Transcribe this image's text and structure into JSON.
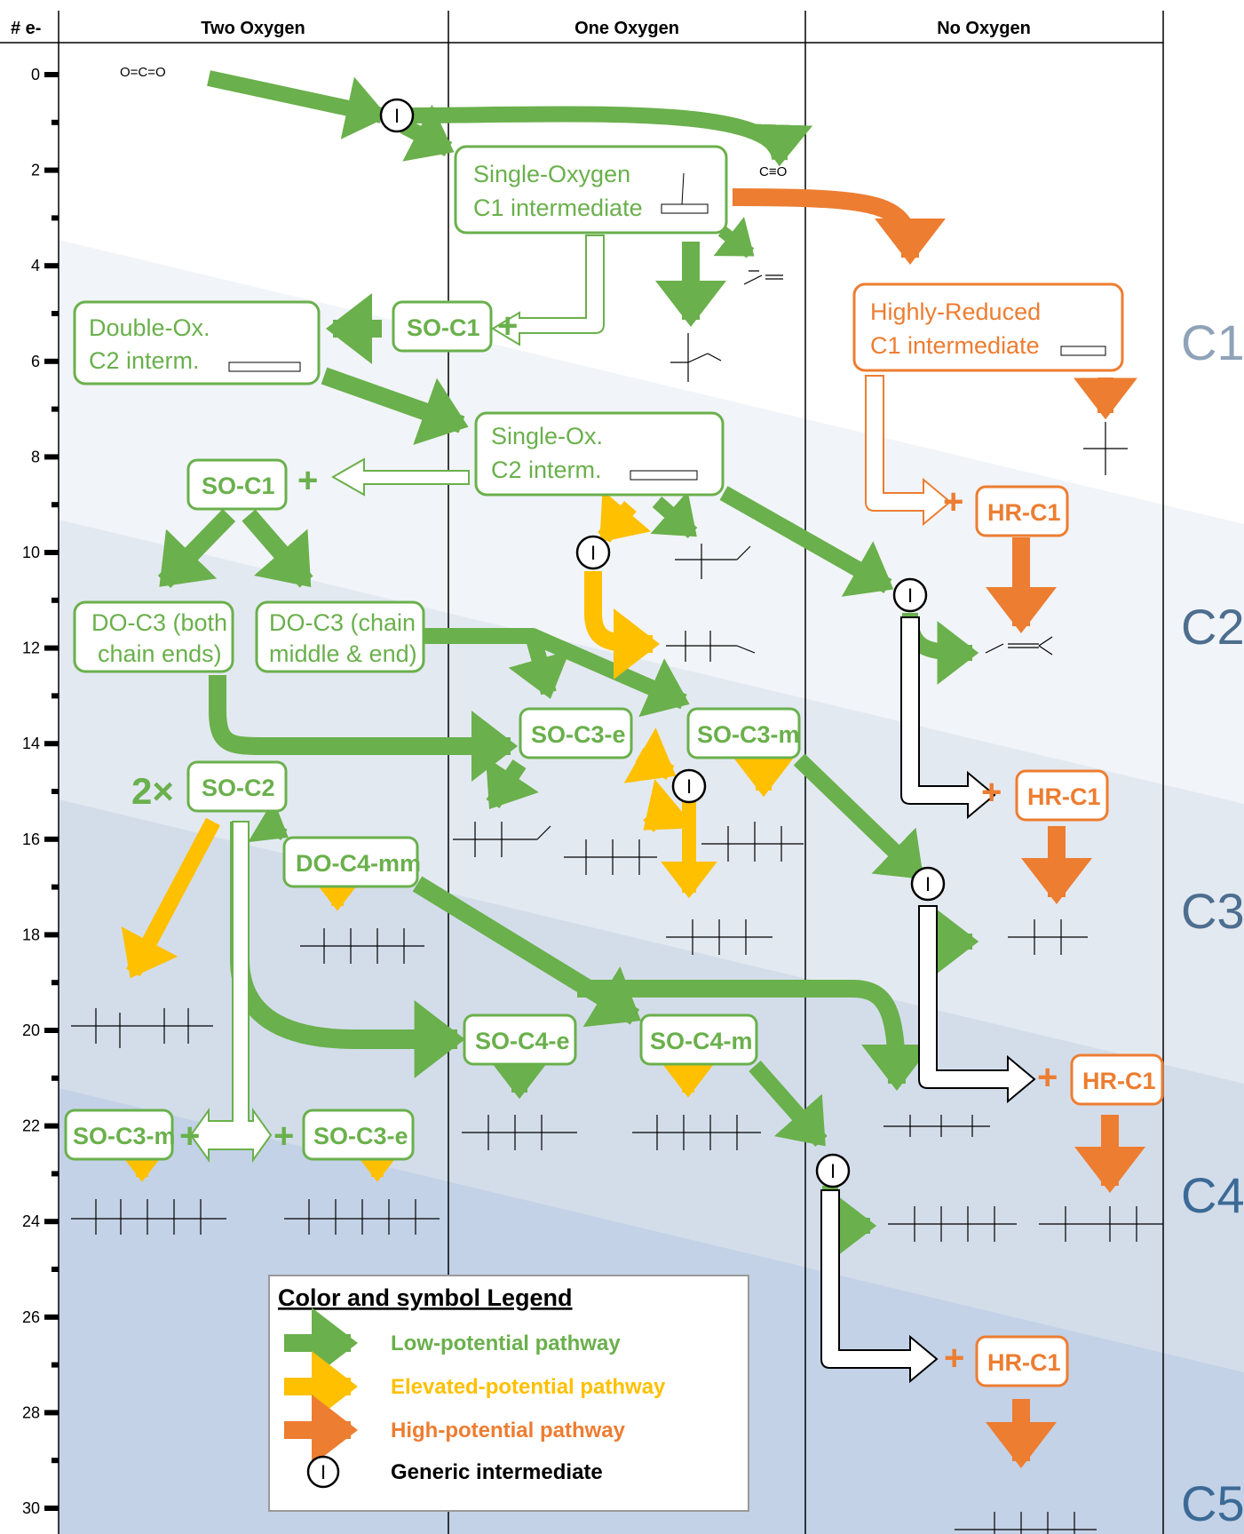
{
  "columns": {
    "electrons": "# e-",
    "two_oxygen": "Two Oxygen",
    "one_oxygen": "One Oxygen",
    "no_oxygen": "No Oxygen"
  },
  "axis_ticks": [
    "0",
    "2",
    "4",
    "6",
    "8",
    "10",
    "12",
    "14",
    "16",
    "18",
    "20",
    "22",
    "24",
    "26",
    "28",
    "30"
  ],
  "bands": [
    "C1",
    "C2",
    "C3",
    "C4",
    "C5"
  ],
  "nodes": {
    "so_c1_main_a": "Single-Oxygen",
    "so_c1_main_b": "C1 intermediate",
    "hr_c1_main_a": "Highly-Reduced",
    "hr_c1_main_b": "C1 intermediate",
    "do_c2_a": "Double-Ox.",
    "do_c2_b": "C2 interm.",
    "so_c2_a": "Single-Ox.",
    "so_c2_b": "C2 interm.",
    "so_c1_small": "SO-C1",
    "hr_c1_small": "HR-C1",
    "do_c3_ends_a": "DO-C3 (both",
    "do_c3_ends_b": "chain ends)",
    "do_c3_mid_a": "DO-C3 (chain",
    "do_c3_mid_b": "middle & end)",
    "so_c3_e": "SO-C3-e",
    "so_c3_m": "SO-C3-m",
    "so_c2_small": "SO-C2",
    "two_x": "2×",
    "do_c4_mm": "DO-C4-mm",
    "so_c4_e": "SO-C4-e",
    "so_c4_m": "SO-C4-m",
    "plus": "+"
  },
  "molecules": {
    "co2": "O=C=O",
    "co": "C≡O",
    "generic": "I"
  },
  "legend": {
    "title": "Color and symbol Legend",
    "items": [
      {
        "label": "Low-potential pathway",
        "color": "#6ab04c"
      },
      {
        "label": "Elevated-potential pathway",
        "color": "#ffc000"
      },
      {
        "label": "High-potential pathway",
        "color": "#ed7d31"
      },
      {
        "label": "Generic intermediate",
        "color": "#000000"
      }
    ]
  },
  "colors": {
    "green": "#6ab04c",
    "yellow": "#ffc000",
    "orange": "#ed7d31",
    "band_text": "#4a6a8a"
  }
}
